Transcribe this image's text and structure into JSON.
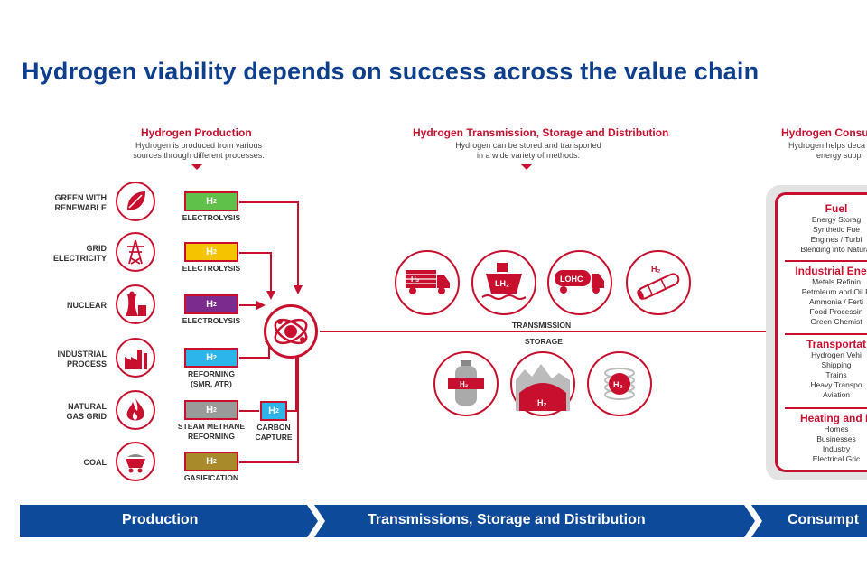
{
  "title": "Hydrogen viability depends on success across the value chain",
  "sections": {
    "production": {
      "title": "Hydrogen Production",
      "subtitle_line1": "Hydrogen is produced from various",
      "subtitle_line2": "sources through different processes."
    },
    "transmission": {
      "title": "Hydrogen Transmission, Storage and Distribution",
      "subtitle_line1": "Hydrogen can be stored and transported",
      "subtitle_line2": "in a wide variety of methods."
    },
    "consumption": {
      "title": "Hydrogen Consu",
      "subtitle_line1": "Hydrogen helps deca",
      "subtitle_line2": "energy suppl"
    }
  },
  "h2_text": "H",
  "h2_subscript": "2",
  "sources": [
    {
      "line1": "GREEN WITH",
      "line2": "RENEWABLE",
      "icon": "leaf-icon",
      "process_line1": "ELECTROLYSIS",
      "process_line2": "",
      "color": "#5fc14a"
    },
    {
      "line1": "GRID",
      "line2": "ELECTRICITY",
      "icon": "pylon-icon",
      "process_line1": "ELECTROLYSIS",
      "process_line2": "",
      "color": "#f5c400"
    },
    {
      "line1": "NUCLEAR",
      "line2": "",
      "icon": "nuclear-plant-icon",
      "process_line1": "ELECTROLYSIS",
      "process_line2": "",
      "color": "#7b2a8e"
    },
    {
      "line1": "INDUSTRIAL",
      "line2": "PROCESS",
      "icon": "factory-icon",
      "process_line1": "REFORMING",
      "process_line2": "(SMR, ATR)",
      "color": "#2bb5e8"
    },
    {
      "line1": "NATURAL",
      "line2": "GAS GRID",
      "icon": "flame-icon",
      "process_line1": "STEAM METHANE",
      "process_line2": "REFORMING",
      "color": "#9a9a9a"
    },
    {
      "line1": "COAL",
      "line2": "",
      "icon": "coal-cart-icon",
      "process_line1": "GASIFICATION",
      "process_line2": "",
      "color": "#a88a2a"
    }
  ],
  "carbon_capture": {
    "line1": "CARBON",
    "line2": "CAPTURE",
    "color": "#2bb5e8"
  },
  "transmission_label": "TRANSMISSION",
  "storage_label": "STORAGE",
  "transmission_icons": [
    {
      "icon": "truck-icon",
      "text": "H₂"
    },
    {
      "icon": "ship-icon",
      "text": "LH₂"
    },
    {
      "icon": "tanker-truck-icon",
      "text": "LOHC"
    },
    {
      "icon": "pipeline-icon",
      "text": "H₂"
    }
  ],
  "storage_icons": [
    {
      "icon": "gas-cylinder-icon",
      "text": "H₂"
    },
    {
      "icon": "underground-storage-icon",
      "text": "H₂"
    },
    {
      "icon": "tank-icon",
      "text": "H₂"
    }
  ],
  "consumption_categories": [
    {
      "title": "Fuel",
      "items": [
        "Energy Storag",
        "Synthetic Fue",
        "Engines / Turbi",
        "Blending into Natural"
      ]
    },
    {
      "title": "Industrial Energ",
      "items": [
        "Metals Refinin",
        "Petroleum and Oil R",
        "Ammonia / Ferti",
        "Food Processin",
        "Green Chemist"
      ]
    },
    {
      "title": "Transportat",
      "items": [
        "Hydrogen Vehi",
        "Shipping",
        "Trains",
        "Heavy Transpo",
        "Aviation"
      ]
    },
    {
      "title": "Heating and P",
      "items": [
        "Homes",
        "Businesses",
        "Industry",
        "Electrical Gric"
      ]
    }
  ],
  "banner": [
    "Production",
    "Transmissions, Storage and Distribution",
    "Consumpt"
  ],
  "colors": {
    "accent_red": "#c8102e",
    "title_blue": "#0e3f8e",
    "banner_blue": "#0d4a9a"
  }
}
